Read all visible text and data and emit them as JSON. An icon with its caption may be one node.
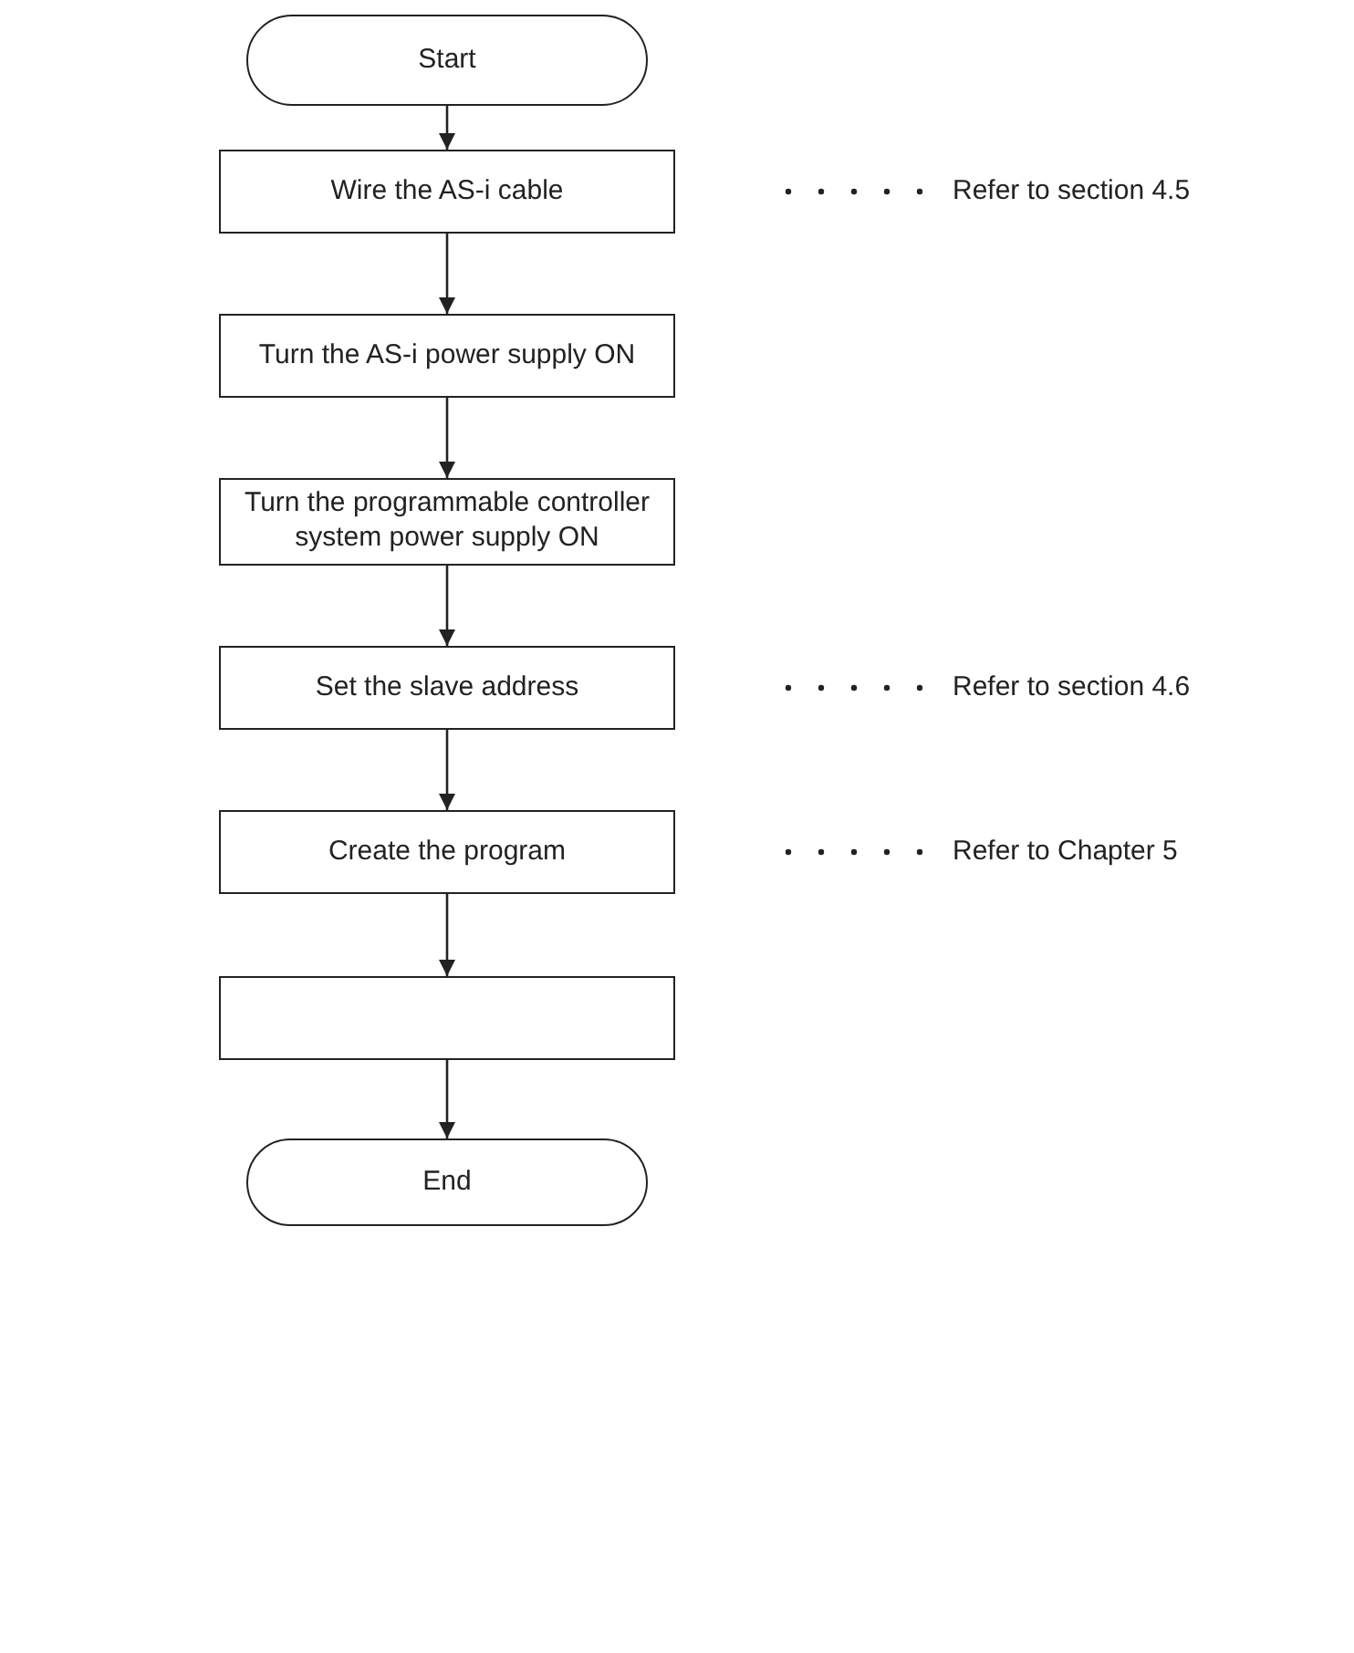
{
  "diagram": {
    "nodes": [
      {
        "text": [
          "Start"
        ]
      },
      {
        "text": [
          "Wire the AS-i cable"
        ]
      },
      {
        "text": [
          "Turn the AS-i power supply ON"
        ]
      },
      {
        "text": [
          "Turn the programmable controller system power supply ON"
        ]
      },
      {
        "text": [
          "Set the slave address"
        ]
      },
      {
        "text": [
          "Create the program"
        ]
      },
      {
        "text": [],
        "shape": "box"
      },
      {
        "text": [
          "End"
        ]
      }
    ],
    "edges": [
      {
        "from": 0,
        "to": 1,
        "arrow": "to"
      },
      {
        "from": 1,
        "to": 2,
        "arrow": "to"
      },
      {
        "from": 2,
        "to": 3,
        "arrow": "to"
      },
      {
        "from": 3,
        "to": 4,
        "arrow": "to"
      },
      {
        "from": 4,
        "to": 5,
        "arrow": "to"
      },
      {
        "from": 5,
        "to": 6,
        "arrow": "to"
      },
      {
        "from": 6,
        "to": 7,
        "arrow": "to"
      }
    ],
    "labels": [
      "Refer to section 4.5",
      "Refer to section 4.6",
      "Refer to Chapter 5"
    ]
  }
}
